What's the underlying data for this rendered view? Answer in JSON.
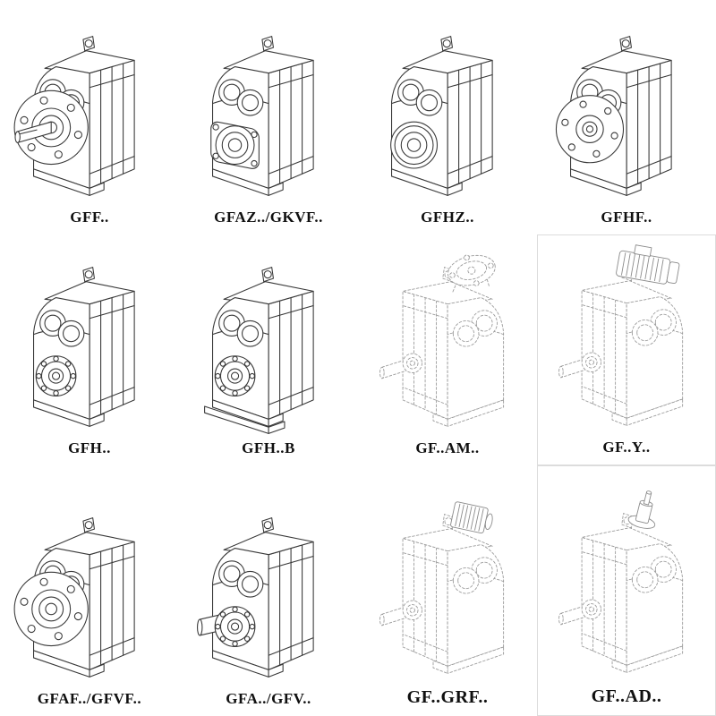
{
  "colors": {
    "background": "#ffffff",
    "solid_line": "#383838",
    "phantom_line": "#9b9b9b",
    "label_text": "#101010",
    "cell_border": "#dcdcdc"
  },
  "catalog": {
    "cells": [
      {
        "label": "GFF..",
        "drawing": "flange-mounted-gear-unit"
      },
      {
        "label": "GFAZ../GKVF..",
        "drawing": "small-square-flange-hollow-shaft-gear-unit"
      },
      {
        "label": "GFHZ..",
        "drawing": "hollow-shaft-shrink-disc-gear-unit"
      },
      {
        "label": "GFHF..",
        "drawing": "hollow-shaft-flange-gear-unit"
      },
      {
        "label": "GFH..",
        "drawing": "hollow-shaft-gear-unit"
      },
      {
        "label": "GFH..B",
        "drawing": "hollow-shaft-foot-mounted-gear-unit"
      },
      {
        "label": "GF..AM..",
        "drawing": "gear-unit-with-iec-adapter-phantom"
      },
      {
        "label": "GF..Y..",
        "drawing": "gear-unit-with-mounted-motor-phantom"
      },
      {
        "label": "GFAF../GFVF..",
        "drawing": "flange-gear-unit"
      },
      {
        "label": "GFA../GFV..",
        "drawing": "solid-shaft-gear-unit"
      },
      {
        "label": "GF..GRF..",
        "drawing": "gear-unit-with-grf-input-phantom"
      },
      {
        "label": "GF..AD..",
        "drawing": "gear-unit-with-input-shaft-adapter-phantom"
      }
    ]
  }
}
